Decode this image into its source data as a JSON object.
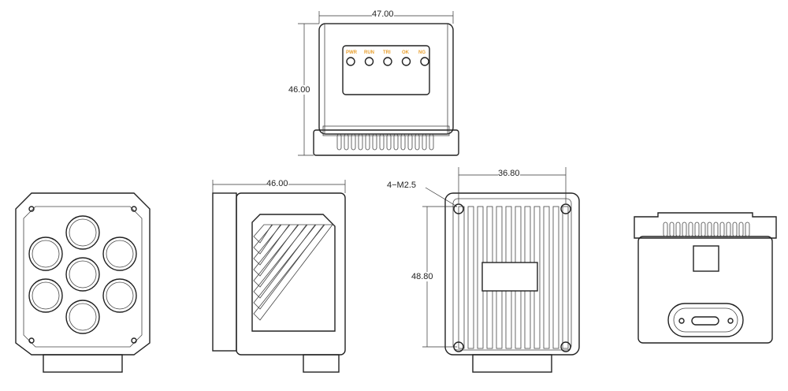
{
  "dimensions": {
    "top_width": "47.00",
    "top_height": "46.00",
    "side_width": "46.00",
    "back_hole_spacing": "36.80",
    "back_height": "48.80",
    "mount_holes": "4−M2.5"
  },
  "indicators": [
    "PWR",
    "RUN",
    "TRI",
    "OK",
    "NG"
  ],
  "colors": {
    "indicator_label": "#e8a030",
    "line": "#222222"
  }
}
